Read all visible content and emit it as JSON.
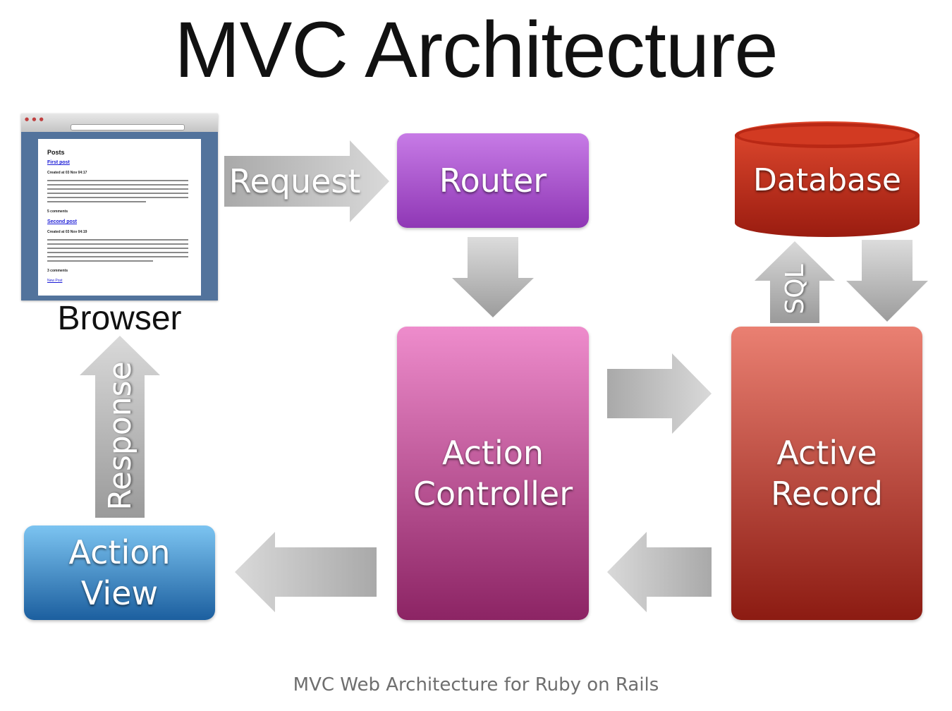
{
  "title": "MVC Architecture",
  "caption": "MVC Web Architecture for Ruby on Rails",
  "nodes": {
    "browser": "Browser",
    "router": "Router",
    "database": "Database",
    "action_controller": "Action\nController",
    "active_record": "Active\nRecord",
    "action_view": "Action\nView"
  },
  "arrows": {
    "request": "Request",
    "response": "Response",
    "sql": "SQL"
  },
  "browser_page": {
    "heading": "Posts",
    "post1_title": "First post",
    "post1_meta": "Created at 03 Nov 04:17",
    "post1_comments": "5 comments",
    "post2_title": "Second post",
    "post2_meta": "Created at 03 Nov 04:19",
    "post2_comments": "3 comments",
    "new_post_link": "New Post"
  },
  "colors": {
    "router": "#a855cc",
    "action_controller": "#c44f96",
    "active_record": "#c2382a",
    "action_view": "#3f8fd0",
    "database": "#c7321f",
    "arrows": "#9a9a9a"
  }
}
